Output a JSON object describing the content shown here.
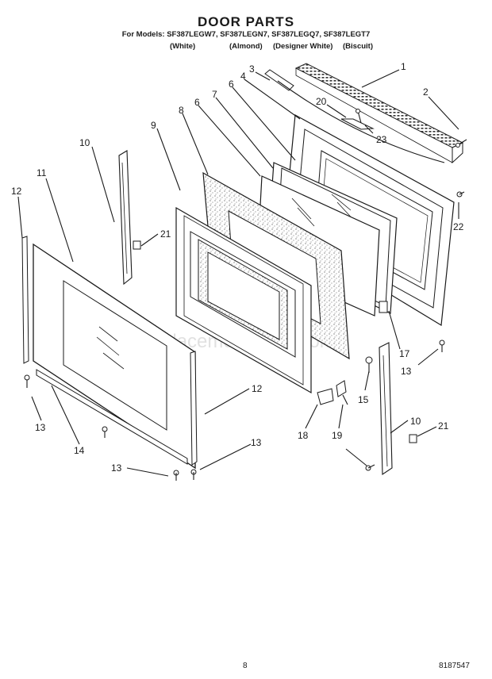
{
  "header": {
    "title": "DOOR PARTS",
    "models": "For Models: SF387LEGW7, SF387LEGN7, SF387LEGQ7, SF387LEGT7",
    "colors": [
      "(White)",
      "(Almond)",
      "(Designer White)",
      "(Biscuit)"
    ]
  },
  "watermark": "eReplacementParts.com",
  "callouts": [
    "1",
    "2",
    "3",
    "4",
    "6",
    "7",
    "8",
    "6",
    "9",
    "10",
    "11",
    "12",
    "20",
    "23",
    "21",
    "22",
    "17",
    "13",
    "15",
    "12",
    "18",
    "19",
    "10",
    "21",
    "13",
    "14",
    "13",
    "13"
  ],
  "footer": {
    "page": "8",
    "part_number": "8187547"
  }
}
